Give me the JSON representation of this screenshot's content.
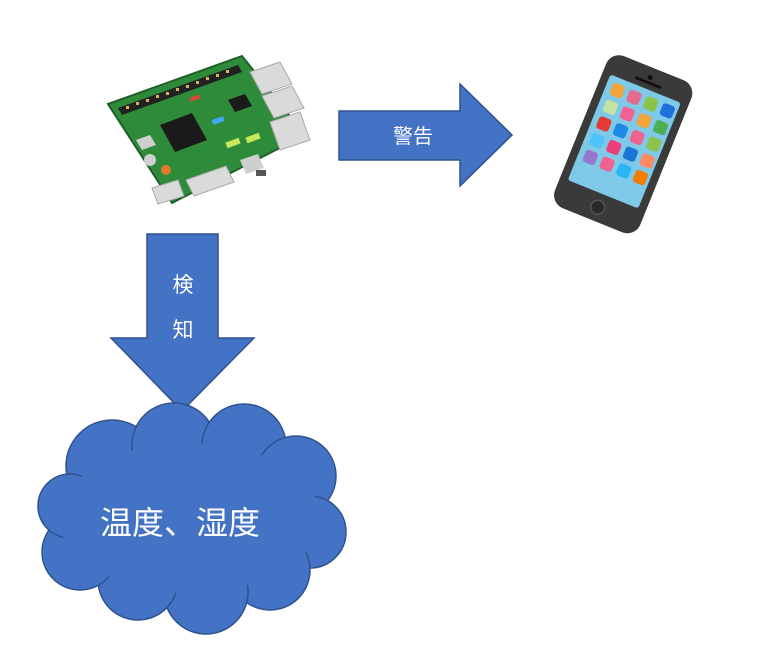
{
  "colors": {
    "shape_fill": "#4472C4",
    "shape_stroke": "#2F528F",
    "label_text": "#ffffff",
    "board_green": "#2E8B3A",
    "phone_body": "#3A3A3A",
    "phone_screen": "#7EC8E8"
  },
  "arrows": {
    "alert_label": "警告",
    "detect_label_line1": "検",
    "detect_label_line2": "知"
  },
  "cloud": {
    "label": "温度、湿度"
  },
  "icons": {
    "device": "raspberry-pi-board-icon",
    "target": "smartphone-icon"
  }
}
